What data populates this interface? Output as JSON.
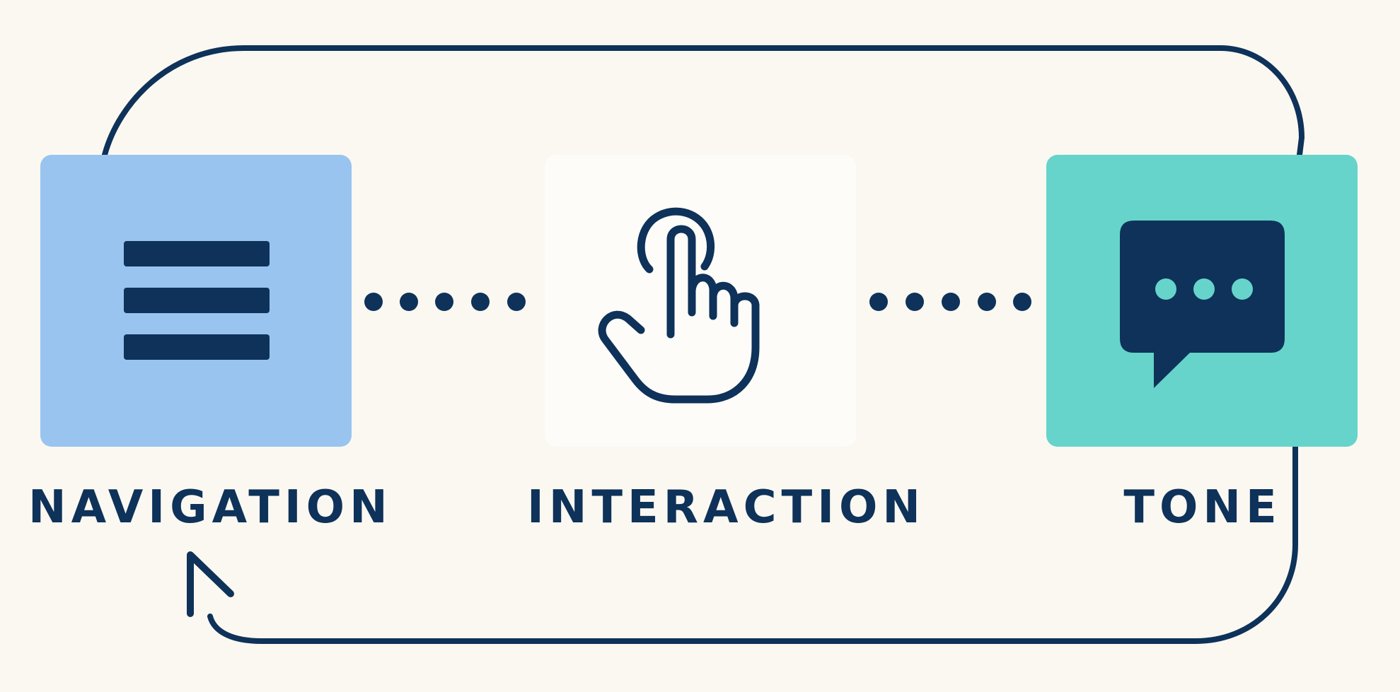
{
  "colors": {
    "background": "#fbf8f1",
    "ink": "#0e3259",
    "navigation_card": "#99c4f0",
    "interaction_card": "#fefcf8",
    "tone_card": "#66d4ca",
    "bubble_dots": "#66d4ca"
  },
  "nodes": [
    {
      "id": "navigation",
      "label": "NAVIGATION",
      "icon": "hamburger-menu-icon"
    },
    {
      "id": "interaction",
      "label": "INTERACTION",
      "icon": "tap-hand-icon"
    },
    {
      "id": "tone",
      "label": "TONE",
      "icon": "chat-bubble-icon"
    }
  ],
  "connectors": [
    {
      "from": "navigation",
      "to": "interaction",
      "style": "dotted"
    },
    {
      "from": "interaction",
      "to": "tone",
      "style": "dotted"
    },
    {
      "from": "tone",
      "to": "navigation",
      "style": "loop-arrow"
    },
    {
      "from": "navigation",
      "to": "tone",
      "style": "loop-line"
    }
  ]
}
